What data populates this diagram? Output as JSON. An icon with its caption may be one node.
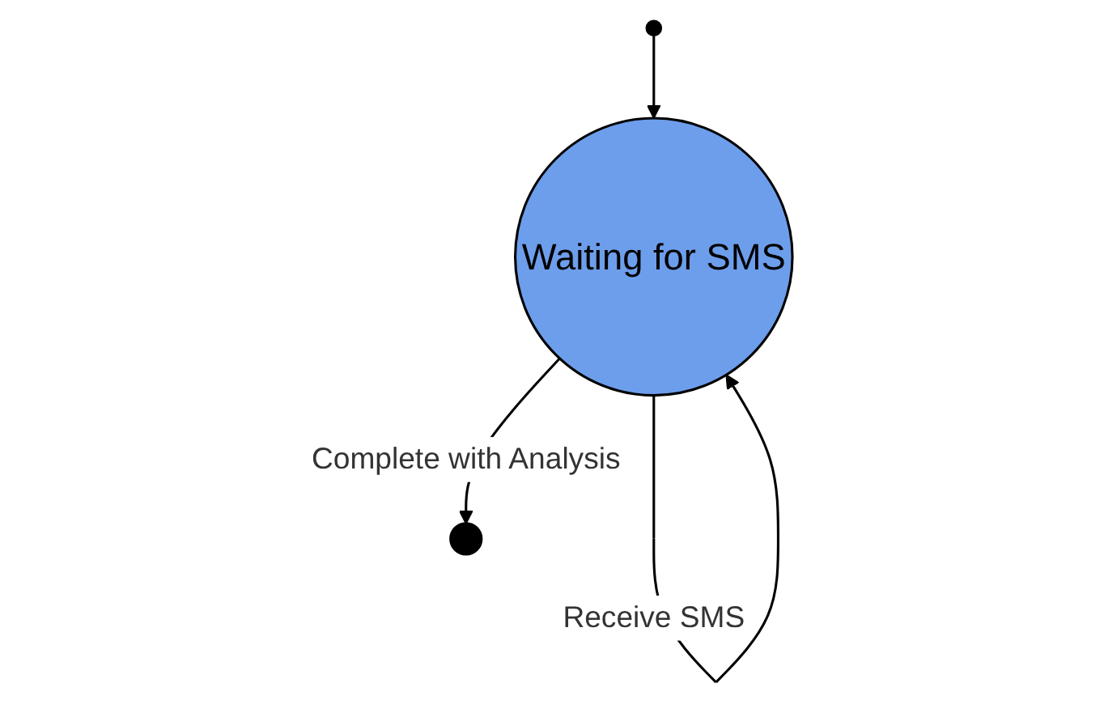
{
  "diagram": {
    "nodes": [
      {
        "text": [],
        "shape": "circle"
      },
      {
        "text": [
          "Waiting for SMS"
        ]
      },
      {
        "text": [],
        "shape": "circle"
      }
    ],
    "edges": [
      {
        "from": 0,
        "to": 1,
        "arrow": "to"
      },
      {
        "from": 1,
        "to": 1,
        "arrow": "to",
        "label": "Receive SMS"
      },
      {
        "from": 1,
        "to": 2,
        "arrow": "to",
        "label": "Complete with Analysis"
      }
    ]
  }
}
